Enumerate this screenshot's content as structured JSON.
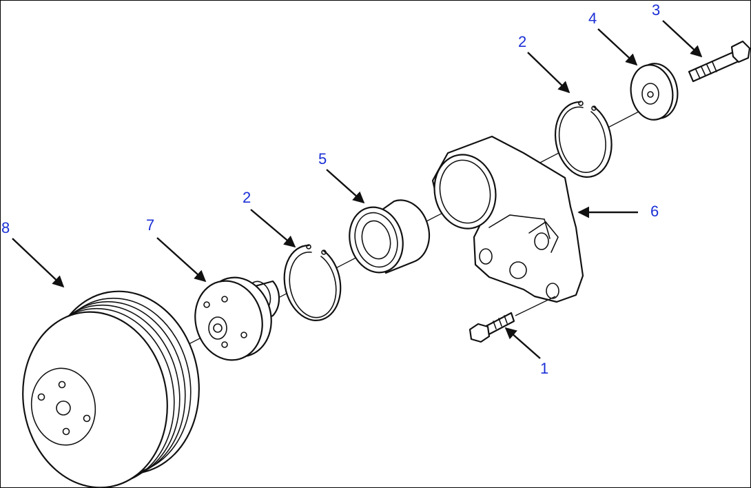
{
  "callouts": {
    "c1": "1",
    "c2a": "2",
    "c2b": "2",
    "c3": "3",
    "c4": "4",
    "c5": "5",
    "c6": "6",
    "c7": "7",
    "c8": "8"
  },
  "colors": {
    "callout_number": "#1a2fd6",
    "line": "#111111",
    "background": "#ffffff"
  }
}
